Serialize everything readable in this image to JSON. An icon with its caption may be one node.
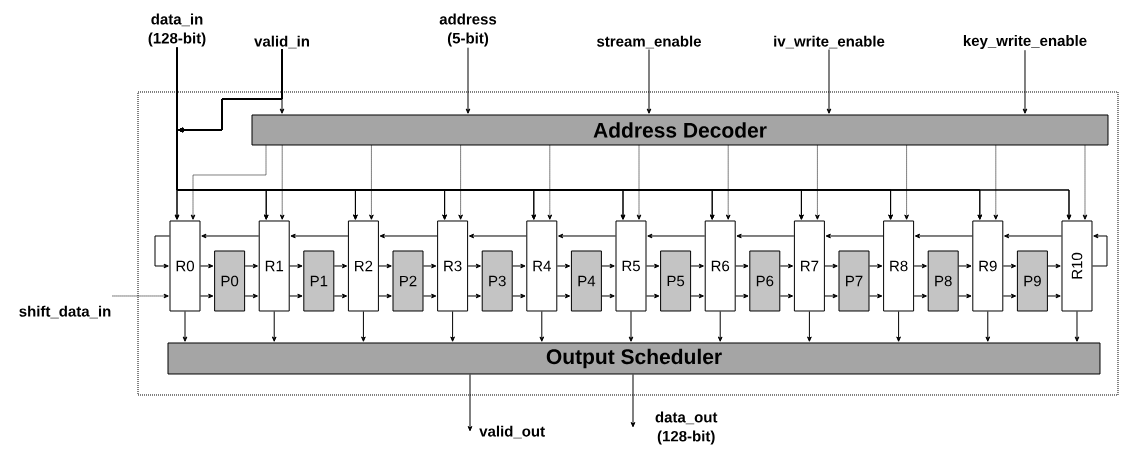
{
  "diagram": {
    "nodes": [
      {
        "text": [],
        "shape": "box"
      },
      {
        "text": [
          "Address Decoder"
        ],
        "in": 0
      },
      {
        "text": [
          "R0"
        ],
        "in": 0
      },
      {
        "text": [
          "R1"
        ],
        "in": 0
      },
      {
        "text": [
          "R2"
        ],
        "in": 0
      },
      {
        "text": [
          "R3"
        ],
        "in": 0
      },
      {
        "text": [
          "R4"
        ],
        "in": 0
      },
      {
        "text": [
          "R5"
        ],
        "in": 0
      },
      {
        "text": [
          "R6"
        ],
        "in": 0
      },
      {
        "text": [
          "R7"
        ],
        "in": 0
      },
      {
        "text": [
          "R8"
        ],
        "in": 0
      },
      {
        "text": [
          "R9"
        ],
        "in": 0
      },
      {
        "text": [
          "R10"
        ],
        "in": 0
      },
      {
        "text": [
          "P0"
        ],
        "in": 0
      },
      {
        "text": [
          "P1"
        ],
        "in": 0
      },
      {
        "text": [
          "P2"
        ],
        "in": 0
      },
      {
        "text": [
          "P3"
        ],
        "in": 0
      },
      {
        "text": [
          "P4"
        ],
        "in": 0
      },
      {
        "text": [
          "P5"
        ],
        "in": 0
      },
      {
        "text": [
          "P6"
        ],
        "in": 0
      },
      {
        "text": [
          "P7"
        ],
        "in": 0
      },
      {
        "text": [
          "P8"
        ],
        "in": 0
      },
      {
        "text": [
          "P9"
        ],
        "in": 0
      },
      {
        "text": [
          "Output Scheduler"
        ],
        "in": 0
      },
      {
        "text": [
          "data_in (128-bit)"
        ]
      },
      {
        "text": [
          "valid_in"
        ]
      },
      {
        "text": [
          "address (5-bit)"
        ]
      },
      {
        "text": [
          "stream_enable"
        ]
      },
      {
        "text": [
          "iv_write_enable"
        ]
      },
      {
        "text": [
          "key_write_enable"
        ]
      },
      {
        "text": [
          "shift_data_in"
        ]
      },
      {
        "text": [
          "valid_out"
        ]
      },
      {
        "text": [
          "data_out (128-bit)"
        ]
      }
    ],
    "edges": [
      {
        "from": 24,
        "to": 2,
        "arrow": "to"
      },
      {
        "from": 24,
        "to": 3,
        "arrow": "to"
      },
      {
        "from": 24,
        "to": 4,
        "arrow": "to"
      },
      {
        "from": 24,
        "to": 5,
        "arrow": "to"
      },
      {
        "from": 24,
        "to": 6,
        "arrow": "to"
      },
      {
        "from": 24,
        "to": 7,
        "arrow": "to"
      },
      {
        "from": 24,
        "to": 8,
        "arrow": "to"
      },
      {
        "from": 24,
        "to": 9,
        "arrow": "to"
      },
      {
        "from": 24,
        "to": 10,
        "arrow": "to"
      },
      {
        "from": 24,
        "to": 11,
        "arrow": "to"
      },
      {
        "from": 24,
        "to": 12,
        "arrow": "to"
      },
      {
        "from": 25,
        "to": 1,
        "arrow": "to"
      },
      {
        "from": 25,
        "to": 2,
        "arrow": "to"
      },
      {
        "from": 25,
        "to": 3,
        "arrow": "to"
      },
      {
        "from": 25,
        "to": 4,
        "arrow": "to"
      },
      {
        "from": 25,
        "to": 5,
        "arrow": "to"
      },
      {
        "from": 25,
        "to": 6,
        "arrow": "to"
      },
      {
        "from": 25,
        "to": 7,
        "arrow": "to"
      },
      {
        "from": 25,
        "to": 8,
        "arrow": "to"
      },
      {
        "from": 25,
        "to": 9,
        "arrow": "to"
      },
      {
        "from": 25,
        "to": 10,
        "arrow": "to"
      },
      {
        "from": 25,
        "to": 11,
        "arrow": "to"
      },
      {
        "from": 25,
        "to": 12,
        "arrow": "to"
      },
      {
        "from": 26,
        "to": 1,
        "arrow": "to"
      },
      {
        "from": 27,
        "to": 1,
        "arrow": "to"
      },
      {
        "from": 28,
        "to": 1,
        "arrow": "to"
      },
      {
        "from": 29,
        "to": 1,
        "arrow": "to"
      },
      {
        "from": 1,
        "to": 2,
        "arrow": "to",
        "style": "dashed"
      },
      {
        "from": 1,
        "to": 3,
        "arrow": "to",
        "style": "dashed"
      },
      {
        "from": 1,
        "to": 4,
        "arrow": "to",
        "style": "dashed"
      },
      {
        "from": 1,
        "to": 5,
        "arrow": "to",
        "style": "dashed"
      },
      {
        "from": 1,
        "to": 6,
        "arrow": "to",
        "style": "dashed"
      },
      {
        "from": 1,
        "to": 7,
        "arrow": "to",
        "style": "dashed"
      },
      {
        "from": 1,
        "to": 8,
        "arrow": "to",
        "style": "dashed"
      },
      {
        "from": 1,
        "to": 9,
        "arrow": "to",
        "style": "dashed"
      },
      {
        "from": 1,
        "to": 10,
        "arrow": "to",
        "style": "dashed"
      },
      {
        "from": 1,
        "to": 11,
        "arrow": "to",
        "style": "dashed"
      },
      {
        "from": 1,
        "to": 12,
        "arrow": "to",
        "style": "dashed"
      },
      {
        "from": 3,
        "to": 2,
        "arrow": "to"
      },
      {
        "from": 4,
        "to": 3,
        "arrow": "to"
      },
      {
        "from": 5,
        "to": 4,
        "arrow": "to"
      },
      {
        "from": 6,
        "to": 5,
        "arrow": "to"
      },
      {
        "from": 7,
        "to": 6,
        "arrow": "to"
      },
      {
        "from": 8,
        "to": 7,
        "arrow": "to"
      },
      {
        "from": 9,
        "to": 8,
        "arrow": "to"
      },
      {
        "from": 10,
        "to": 9,
        "arrow": "to"
      },
      {
        "from": 11,
        "to": 10,
        "arrow": "to"
      },
      {
        "from": 12,
        "to": 11,
        "arrow": "to"
      },
      {
        "from": 2,
        "to": 2,
        "arrow": "to"
      },
      {
        "from": 12,
        "to": 12,
        "arrow": "to"
      },
      {
        "from": 2,
        "to": 13,
        "arrow": "to"
      },
      {
        "from": 2,
        "to": 13,
        "arrow": "to"
      },
      {
        "from": 13,
        "to": 3,
        "arrow": "to"
      },
      {
        "from": 13,
        "to": 3,
        "arrow": "to"
      },
      {
        "from": 3,
        "to": 14,
        "arrow": "to"
      },
      {
        "from": 3,
        "to": 14,
        "arrow": "to"
      },
      {
        "from": 14,
        "to": 4,
        "arrow": "to"
      },
      {
        "from": 14,
        "to": 4,
        "arrow": "to"
      },
      {
        "from": 4,
        "to": 15,
        "arrow": "to"
      },
      {
        "from": 4,
        "to": 15,
        "arrow": "to"
      },
      {
        "from": 15,
        "to": 5,
        "arrow": "to"
      },
      {
        "from": 15,
        "to": 5,
        "arrow": "to"
      },
      {
        "from": 5,
        "to": 16,
        "arrow": "to"
      },
      {
        "from": 5,
        "to": 16,
        "arrow": "to"
      },
      {
        "from": 16,
        "to": 6,
        "arrow": "to"
      },
      {
        "from": 16,
        "to": 6,
        "arrow": "to"
      },
      {
        "from": 6,
        "to": 17,
        "arrow": "to"
      },
      {
        "from": 6,
        "to": 17,
        "arrow": "to"
      },
      {
        "from": 17,
        "to": 7,
        "arrow": "to"
      },
      {
        "from": 17,
        "to": 7,
        "arrow": "to"
      },
      {
        "from": 7,
        "to": 18,
        "arrow": "to"
      },
      {
        "from": 7,
        "to": 18,
        "arrow": "to"
      },
      {
        "from": 18,
        "to": 8,
        "arrow": "to"
      },
      {
        "from": 18,
        "to": 8,
        "arrow": "to"
      },
      {
        "from": 8,
        "to": 19,
        "arrow": "to"
      },
      {
        "from": 8,
        "to": 19,
        "arrow": "to"
      },
      {
        "from": 19,
        "to": 9,
        "arrow": "to"
      },
      {
        "from": 19,
        "to": 9,
        "arrow": "to"
      },
      {
        "from": 9,
        "to": 20,
        "arrow": "to"
      },
      {
        "from": 9,
        "to": 20,
        "arrow": "to"
      },
      {
        "from": 20,
        "to": 10,
        "arrow": "to"
      },
      {
        "from": 20,
        "to": 10,
        "arrow": "to"
      },
      {
        "from": 10,
        "to": 21,
        "arrow": "to"
      },
      {
        "from": 10,
        "to": 21,
        "arrow": "to"
      },
      {
        "from": 21,
        "to": 11,
        "arrow": "to"
      },
      {
        "from": 21,
        "to": 11,
        "arrow": "to"
      },
      {
        "from": 11,
        "to": 22,
        "arrow": "to"
      },
      {
        "from": 11,
        "to": 22,
        "arrow": "to"
      },
      {
        "from": 22,
        "to": 12,
        "arrow": "to"
      },
      {
        "from": 22,
        "to": 12,
        "arrow": "to"
      },
      {
        "from": 30,
        "to": 2,
        "arrow": "to",
        "style": "dashed"
      },
      {
        "from": 2,
        "to": 23,
        "arrow": "to"
      },
      {
        "from": 3,
        "to": 23,
        "arrow": "to"
      },
      {
        "from": 4,
        "to": 23,
        "arrow": "to"
      },
      {
        "from": 5,
        "to": 23,
        "arrow": "to"
      },
      {
        "from": 6,
        "to": 23,
        "arrow": "to"
      },
      {
        "from": 7,
        "to": 23,
        "arrow": "to"
      },
      {
        "from": 8,
        "to": 23,
        "arrow": "to"
      },
      {
        "from": 9,
        "to": 23,
        "arrow": "to"
      },
      {
        "from": 10,
        "to": 23,
        "arrow": "to"
      },
      {
        "from": 11,
        "to": 23,
        "arrow": "to"
      },
      {
        "from": 12,
        "to": 23,
        "arrow": "to"
      },
      {
        "from": 23,
        "to": 31,
        "arrow": "to"
      },
      {
        "from": 23,
        "to": 32,
        "arrow": "to"
      }
    ]
  }
}
